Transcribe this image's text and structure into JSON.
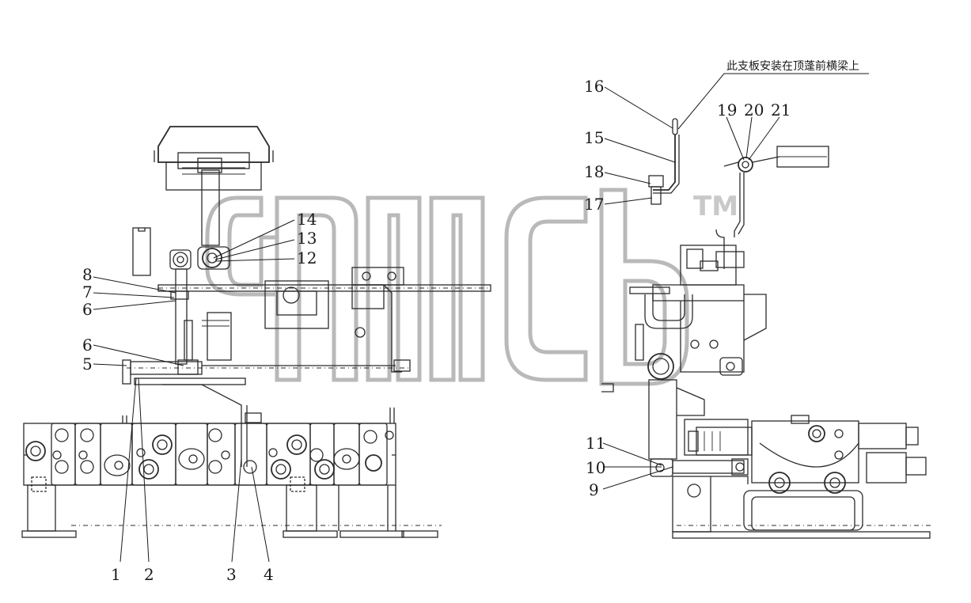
{
  "callouts": [
    {
      "id": "1",
      "label": "1"
    },
    {
      "id": "2",
      "label": "2"
    },
    {
      "id": "3",
      "label": "3"
    },
    {
      "id": "4",
      "label": "4"
    },
    {
      "id": "5",
      "label": "5"
    },
    {
      "id": "6a",
      "label": "6"
    },
    {
      "id": "6b",
      "label": "6"
    },
    {
      "id": "7",
      "label": "7"
    },
    {
      "id": "8",
      "label": "8"
    },
    {
      "id": "9",
      "label": "9"
    },
    {
      "id": "10",
      "label": "10"
    },
    {
      "id": "11",
      "label": "11"
    },
    {
      "id": "12",
      "label": "12"
    },
    {
      "id": "13",
      "label": "13"
    },
    {
      "id": "14",
      "label": "14"
    },
    {
      "id": "15",
      "label": "15"
    },
    {
      "id": "16",
      "label": "16"
    },
    {
      "id": "17",
      "label": "17"
    },
    {
      "id": "18",
      "label": "18"
    },
    {
      "id": "19",
      "label": "19"
    },
    {
      "id": "20",
      "label": "20"
    },
    {
      "id": "21",
      "label": "21"
    }
  ],
  "note": "此支板安装在顶蓬前横梁上",
  "watermark": {
    "trademark": "TM",
    "color": "#b9b9b9"
  },
  "colors": {
    "line": "#2b2b2b",
    "background": "#ffffff"
  }
}
